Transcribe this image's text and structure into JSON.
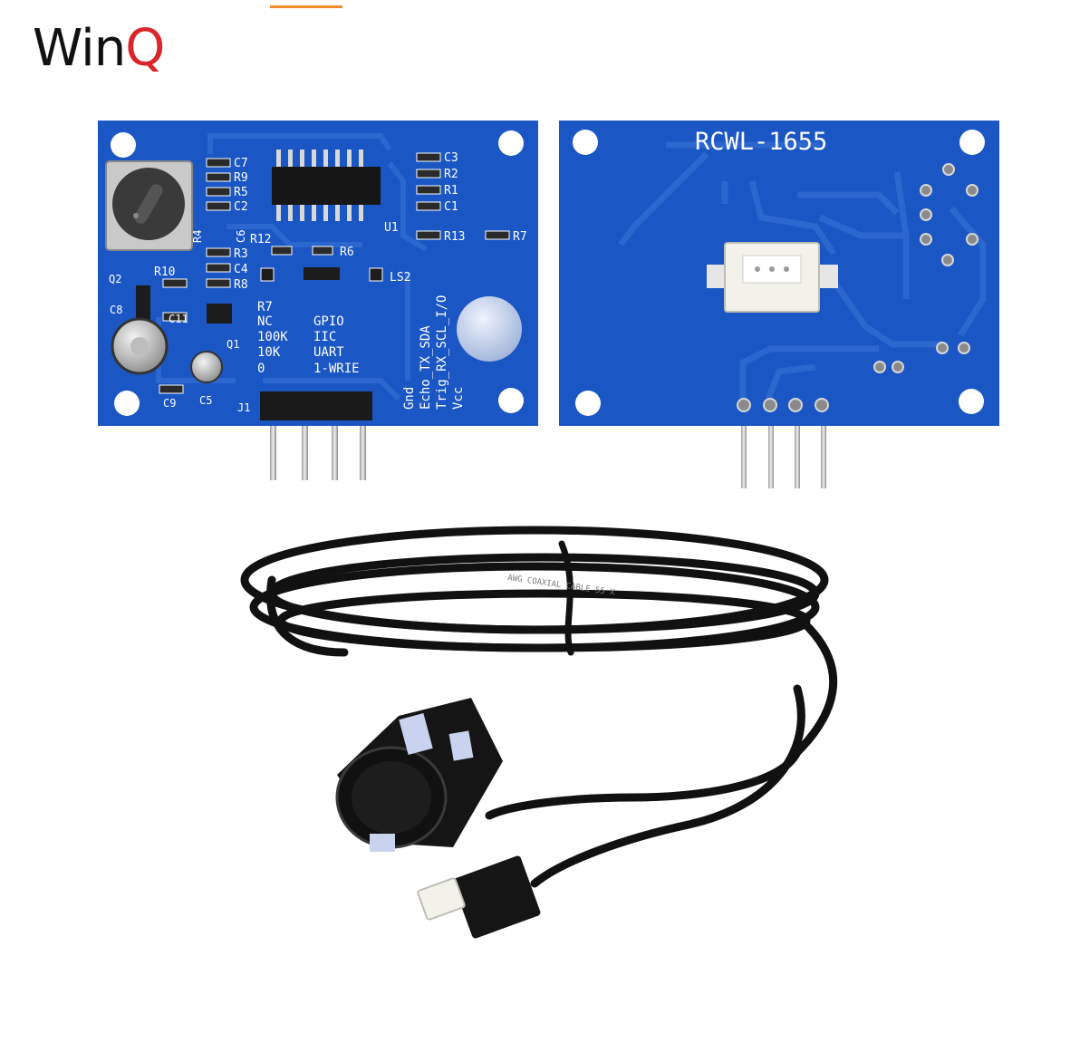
{
  "brand": {
    "logo_main": "Win",
    "logo_accent": "Q"
  },
  "colors": {
    "pcb": "#1a56c4",
    "pcb_dark": "#0e3f9a",
    "trace": "#2c66cf",
    "accent": "#d8262a",
    "cable": "#111111"
  },
  "front_board": {
    "components": [
      "C7",
      "R9",
      "R5",
      "C2",
      "C3",
      "R2",
      "R1",
      "C1",
      "U1",
      "R12",
      "R6",
      "R13",
      "R7",
      "LS2",
      "R10",
      "R3",
      "C4",
      "R8",
      "Q2",
      "C8",
      "C11",
      "R4",
      "C6",
      "Q1",
      "C5",
      "C9",
      "J1"
    ],
    "resistor_options": [
      "R7",
      "NC",
      "100K",
      "10K",
      "0"
    ],
    "mode_options": [
      "GPIO",
      "IIC",
      "UART",
      "1-WRIE"
    ],
    "pin_labels": [
      "Gnd",
      "Echo_TX_SDA",
      "Trig_RX_SCL_I/O",
      "Vcc"
    ]
  },
  "back_board": {
    "model": "RCWL-1655"
  },
  "cable": {
    "print": "AWG COAXIAL CABLE 55 X"
  }
}
